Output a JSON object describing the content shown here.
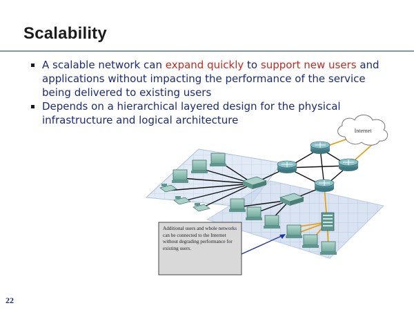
{
  "slide": {
    "title": "Scalability",
    "page_number": "22"
  },
  "bullets": [
    {
      "segments": [
        {
          "text": "A scalable network can ",
          "highlight": false
        },
        {
          "text": "expand quickly",
          "highlight": true
        },
        {
          "text": " to ",
          "highlight": false
        },
        {
          "text": "support new users",
          "highlight": true
        },
        {
          "text": " and applications without impacting the performance of the service being delivered to existing users",
          "highlight": false
        }
      ]
    },
    {
      "segments": [
        {
          "text": "Depends on a hierarchical layered design for the physical infrastructure and logical architecture",
          "highlight": false
        }
      ]
    }
  ],
  "diagram": {
    "cloud_label": "Internet",
    "callout_text": "Additional users and whole networks can be connected to the Internet without degrading performance for existing users."
  },
  "colors": {
    "title_text": "#1b1b1b",
    "bullet_text": "#1a2a7c",
    "highlight_text": "#c8281e",
    "rule": "#7f96ad",
    "panel_fill": "#c9d8ec",
    "link_black": "#111111",
    "link_orange": "#e3a21a",
    "router": "#4c8a93",
    "callout_arrow": "#2233aa"
  },
  "icons": [
    "bullet-square-icon",
    "router-icon",
    "switch-icon",
    "workstation-icon",
    "ip-phone-icon",
    "server-icon",
    "cloud-icon"
  ]
}
